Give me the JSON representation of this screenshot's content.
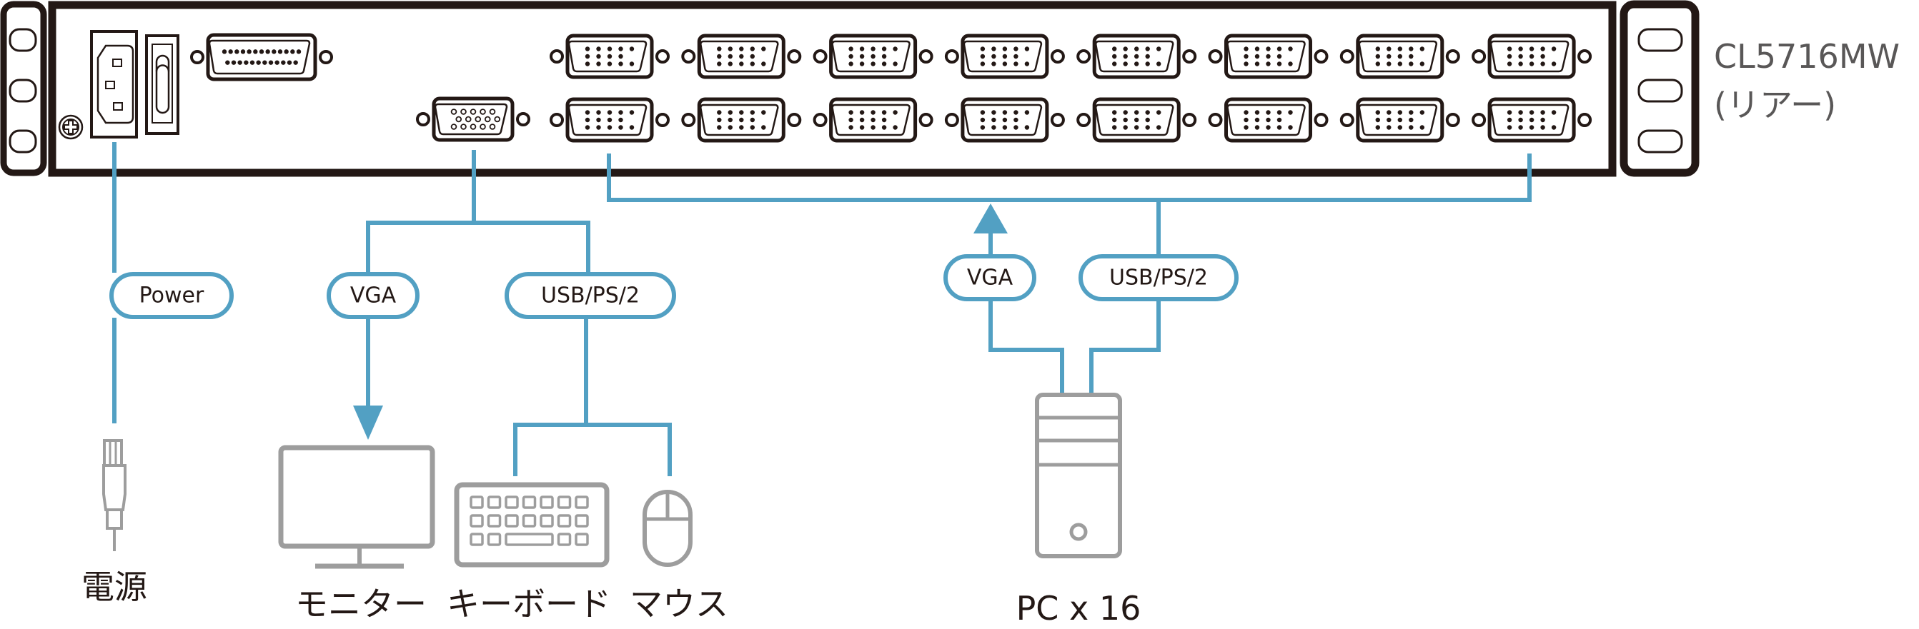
{
  "device": {
    "model": "CL5716MW",
    "view_label": "(リアー)",
    "vga_port_columns": 8,
    "vga_port_rows": 2
  },
  "cables": {
    "power": "Power",
    "console_vga": "VGA",
    "console_usb": "USB/PS/2",
    "pc_vga": "VGA",
    "pc_usb": "USB/PS/2"
  },
  "captions": {
    "power": "電源",
    "monitor": "モニター",
    "keyboard": "キーボード",
    "mouse": "マウス",
    "pc": "PC x 16"
  },
  "colors": {
    "cable": "#52a0c3",
    "device_outline": "#231815",
    "peripheral_outline": "#9d9d9d",
    "model_text": "#595757"
  }
}
